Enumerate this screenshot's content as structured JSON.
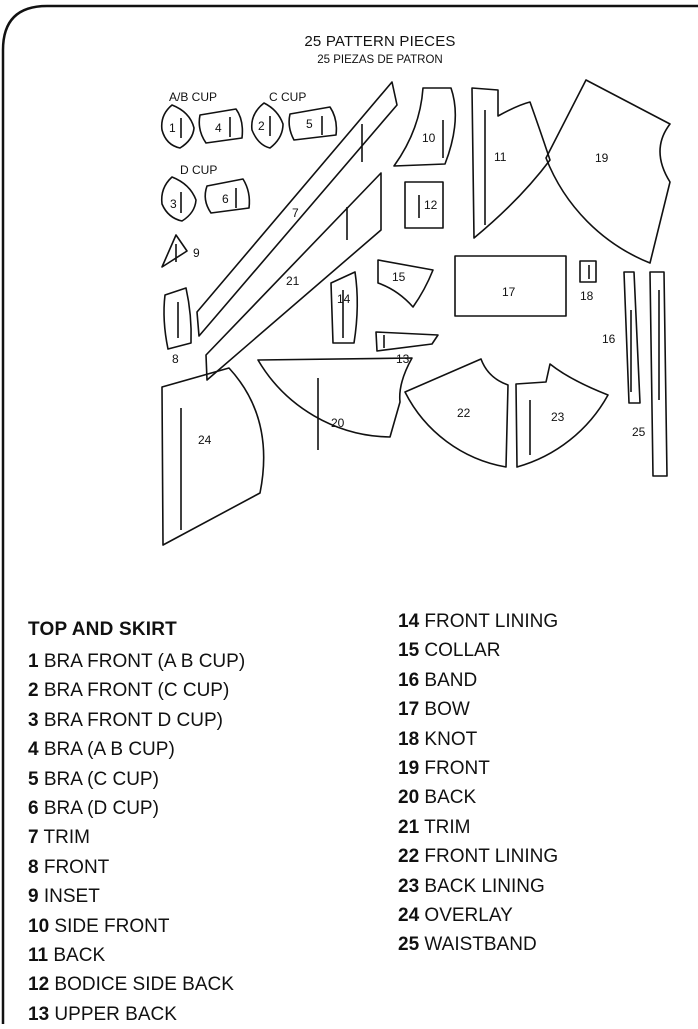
{
  "header": {
    "title": "25 PATTERN PIECES",
    "subtitle": "25 PIEZAS DE PATRON"
  },
  "diagram": {
    "cup_labels": [
      "A/B CUP",
      "C CUP",
      "D CUP"
    ],
    "piece_numbers": [
      "1",
      "2",
      "3",
      "4",
      "5",
      "6",
      "7",
      "8",
      "9",
      "10",
      "11",
      "12",
      "13",
      "14",
      "15",
      "16",
      "17",
      "18",
      "19",
      "20",
      "21",
      "22",
      "23",
      "24",
      "25"
    ]
  },
  "section_title": "TOP AND SKIRT",
  "legend_left": [
    {
      "num": "1",
      "name": "BRA FRONT (A B CUP)"
    },
    {
      "num": "2",
      "name": "BRA FRONT (C CUP)"
    },
    {
      "num": "3",
      "name": "BRA FRONT D CUP)"
    },
    {
      "num": "4",
      "name": "BRA (A B CUP)"
    },
    {
      "num": "5",
      "name": "BRA (C CUP)"
    },
    {
      "num": "6",
      "name": "BRA (D CUP)"
    },
    {
      "num": "7",
      "name": "TRIM"
    },
    {
      "num": "8",
      "name": "FRONT"
    },
    {
      "num": "9",
      "name": "INSET"
    },
    {
      "num": "10",
      "name": "SIDE FRONT"
    },
    {
      "num": "11",
      "name": "BACK"
    },
    {
      "num": "12",
      "name": "BODICE SIDE BACK"
    },
    {
      "num": "13",
      "name": "UPPER BACK"
    }
  ],
  "legend_right": [
    {
      "num": "14",
      "name": "FRONT LINING"
    },
    {
      "num": "15",
      "name": "COLLAR"
    },
    {
      "num": "16",
      "name": "BAND"
    },
    {
      "num": "17",
      "name": "BOW"
    },
    {
      "num": "18",
      "name": "KNOT"
    },
    {
      "num": "19",
      "name": "FRONT"
    },
    {
      "num": "20",
      "name": "BACK"
    },
    {
      "num": "21",
      "name": "TRIM"
    },
    {
      "num": "22",
      "name": "FRONT LINING"
    },
    {
      "num": "23",
      "name": "BACK LINING"
    },
    {
      "num": "24",
      "name": "OVERLAY"
    },
    {
      "num": "25",
      "name": "WAISTBAND"
    }
  ]
}
